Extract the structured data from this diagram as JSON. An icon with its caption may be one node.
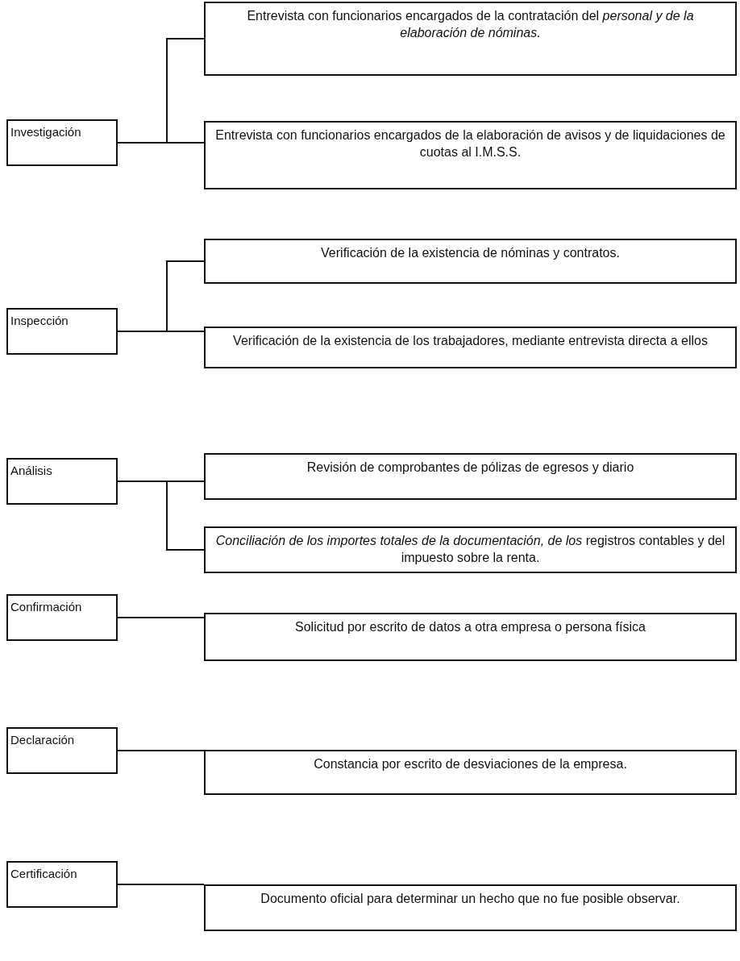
{
  "diagram": {
    "nodes": [
      {
        "text": [
          "Investigación"
        ]
      },
      {
        "text": [
          "Entrevista con funcionarios encargados de la contratación del *personal y de la elaboración de nóminas.*"
        ]
      },
      {
        "text": [
          "Entrevista con funcionarios encargados de la elaboración de avisos y de liquidaciones de cuotas al I.M.S.S."
        ]
      },
      {
        "text": [
          "Inspección"
        ]
      },
      {
        "text": [
          "Verificación de la existencia de nóminas y contratos."
        ]
      },
      {
        "text": [
          "Verificación de la existencia de los trabajadores, mediante entrevista directa a ellos"
        ]
      },
      {
        "text": [
          "Análisis"
        ]
      },
      {
        "text": [
          "Revisión de comprobantes de pólizas de egresos y diario"
        ]
      },
      {
        "text": [
          "*Conciliación de los importes totales de la documentación, de los* registros contables y del impuesto sobre la renta."
        ]
      },
      {
        "text": [
          "Confirmación"
        ]
      },
      {
        "text": [
          "Solicitud por escrito de datos a otra empresa o persona física"
        ]
      },
      {
        "text": [
          "Declaración"
        ]
      },
      {
        "text": [
          "Constancia por escrito de desviaciones de la empresa."
        ]
      },
      {
        "text": [
          "Certificación"
        ]
      },
      {
        "text": [
          "Documento oficial para determinar un hecho que no fue posible observar."
        ]
      }
    ],
    "edges": [
      {
        "from": 0,
        "to": 1,
        "arrow": "none"
      },
      {
        "from": 0,
        "to": 2,
        "arrow": "none"
      },
      {
        "from": 3,
        "to": 4,
        "arrow": "none"
      },
      {
        "from": 3,
        "to": 5,
        "arrow": "none"
      },
      {
        "from": 6,
        "to": 7,
        "arrow": "none"
      },
      {
        "from": 6,
        "to": 8,
        "arrow": "none"
      },
      {
        "from": 9,
        "to": 10,
        "arrow": "none"
      },
      {
        "from": 11,
        "to": 12,
        "arrow": "none"
      },
      {
        "from": 13,
        "to": 14,
        "arrow": "none"
      }
    ]
  }
}
